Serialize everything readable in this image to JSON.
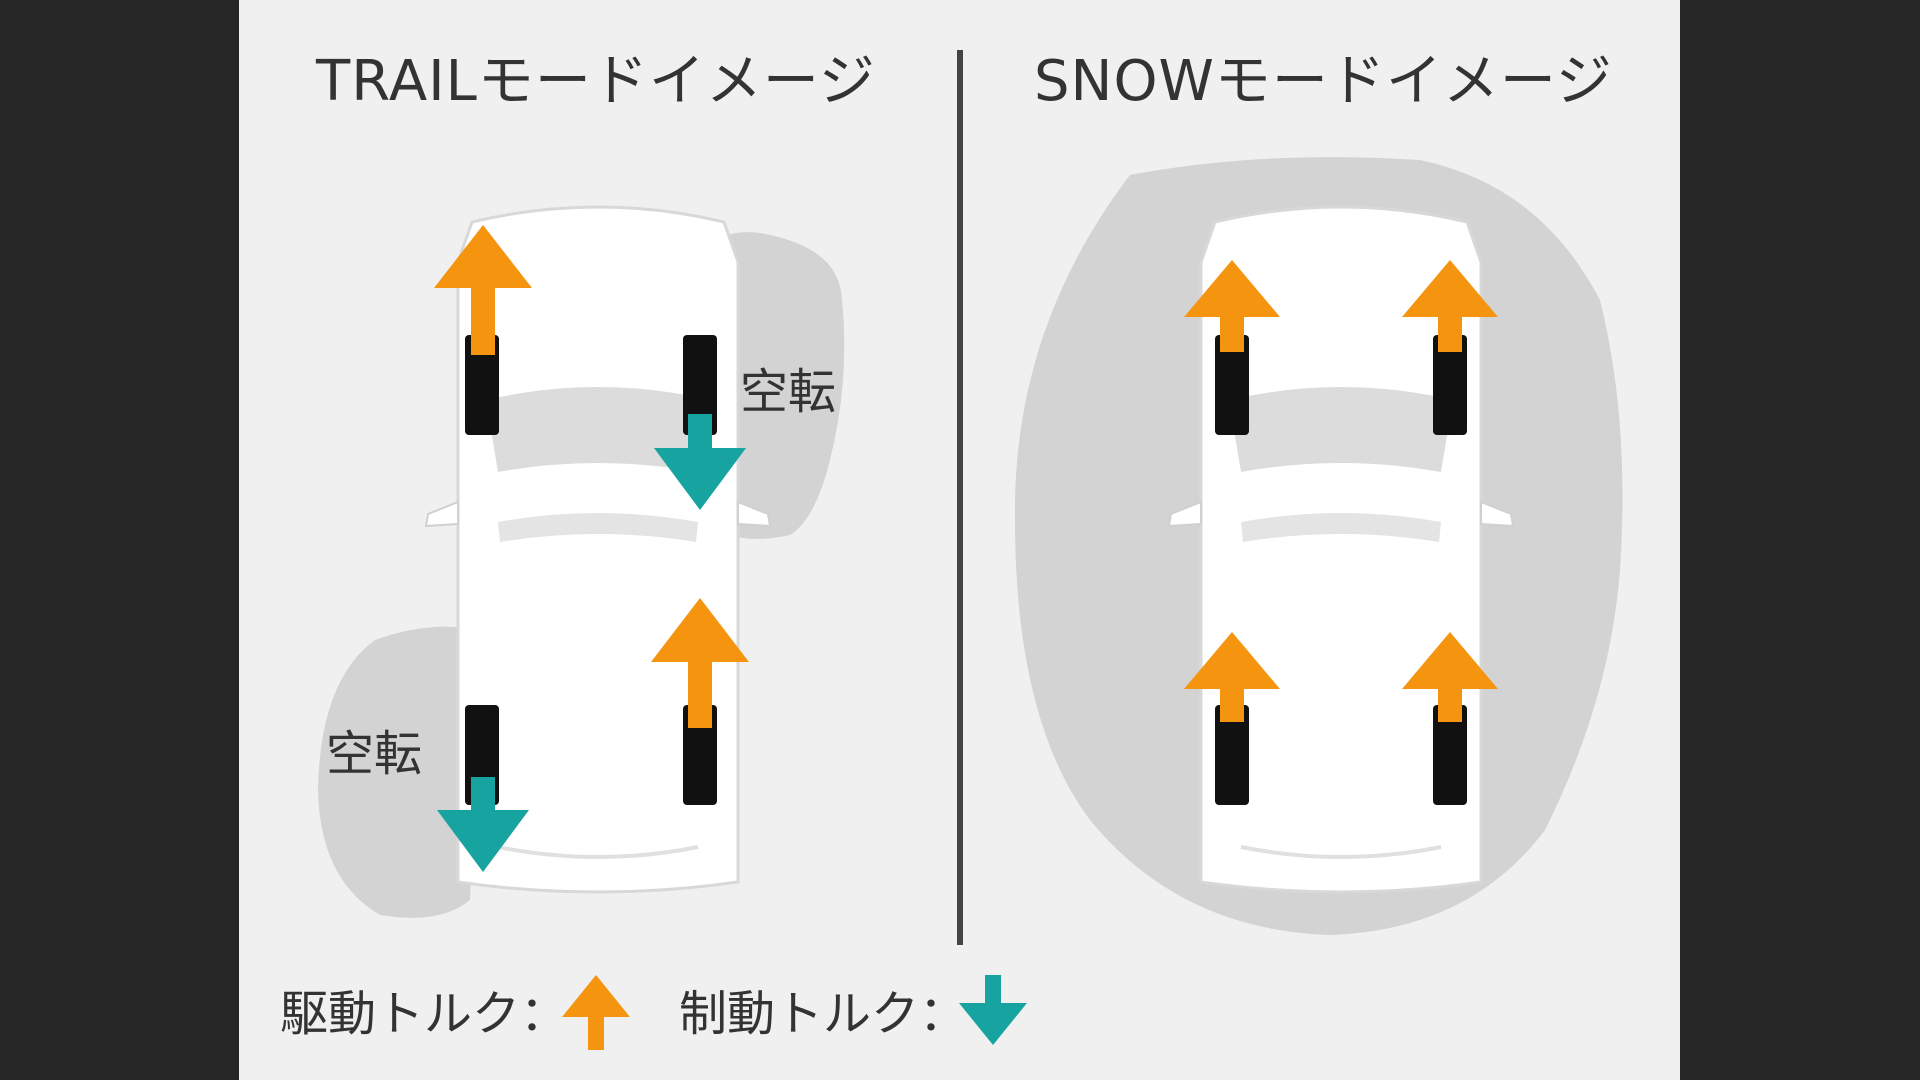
{
  "left_panel": {
    "title": "TRAILモードイメージ",
    "slip_label_top": "空転",
    "slip_label_bottom": "空転"
  },
  "right_panel": {
    "title": "SNOWモードイメージ"
  },
  "legend": {
    "drive_torque_label": "駆動トルク：",
    "brake_torque_label": "制動トルク："
  },
  "colors": {
    "background": "#262626",
    "panel": "#f0f0f0",
    "slippery_surface": "#d3d3d3",
    "car_body": "#ffffff",
    "car_glass": "#dcdcdc",
    "tire": "#111111",
    "divider": "#444444",
    "drive_torque_arrow": "#f5940f",
    "brake_torque_arrow": "#17a3a0"
  },
  "icons": {
    "drive_torque": "arrow-up-icon",
    "brake_torque": "arrow-down-icon",
    "car": "car-top-view-icon"
  }
}
